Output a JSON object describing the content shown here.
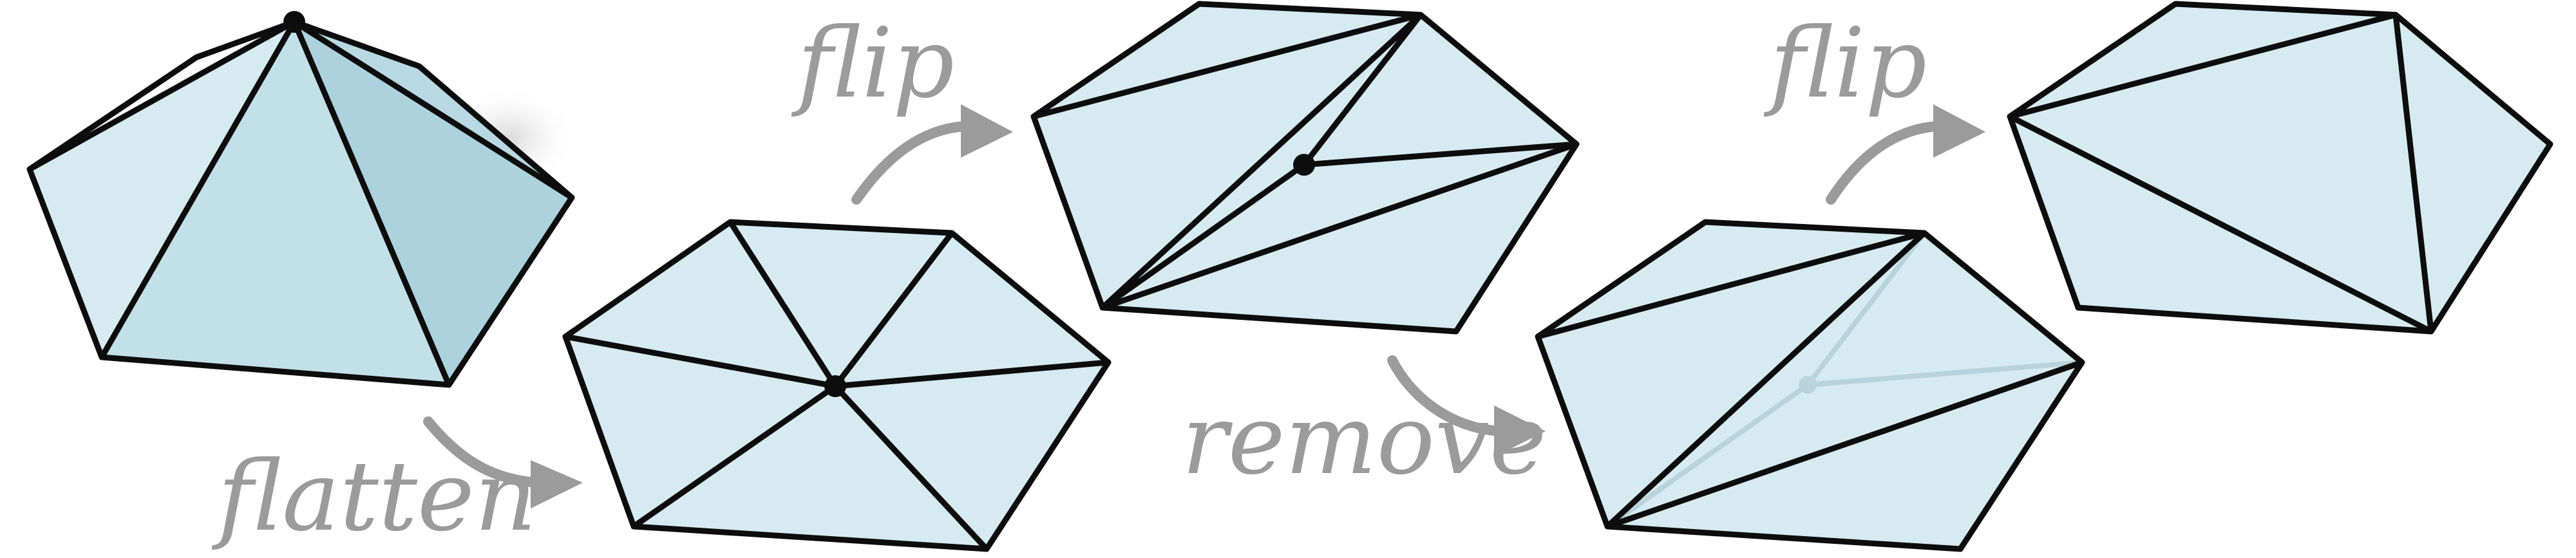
{
  "diagram": {
    "steps": {
      "flatten": "flatten",
      "flip_first": "flip",
      "remove": "remove",
      "flip_second": "flip"
    },
    "colors": {
      "face_light": "#d6ebf1",
      "face_mid": "#c3e0e8",
      "face_dark": "#acd3dd",
      "edge": "#0d0d0d",
      "label_and_arrow": "#9b9b9b",
      "ghost_edge": "#b9d3dc"
    }
  }
}
